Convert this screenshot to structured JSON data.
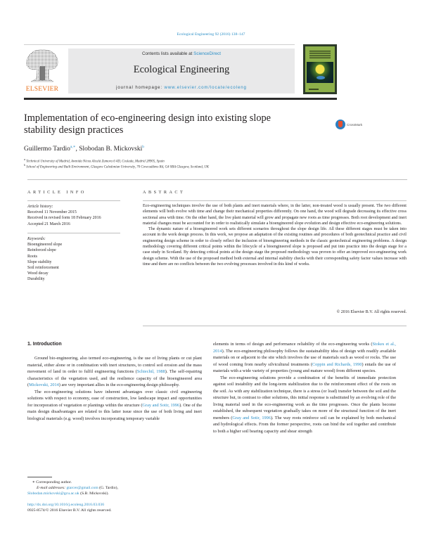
{
  "header": {
    "citation": "Ecological Engineering 92 (2016) 138–147",
    "contents_prefix": "Contents lists available at ",
    "contents_link": "ScienceDirect",
    "journal_name": "Ecological Engineering",
    "homepage_prefix": "journal homepage: ",
    "homepage_link": "www.elsevier.com/locate/ecoleng",
    "publisher_logo": "ELSEVIER",
    "crossmark_label": "CrossMark"
  },
  "article": {
    "title": "Implementation of eco-engineering design into existing slope stability design practices",
    "authors": [
      {
        "name": "Guillermo Tardio",
        "sup": "a,∗"
      },
      {
        "name": "Slobodan B. Mickovski",
        "sup": "b"
      }
    ],
    "affiliations": [
      {
        "sup": "a",
        "text": "Technical University of Madrid, Avenida Nicea Alcalá Zamora 6 4D, Coslada, Madrid 28905, Spain"
      },
      {
        "sup": "b",
        "text": "School of Engineering and Built Environment, Glasgow Caledonian University, 70 Cowcaddens Rd, G4 0BA Glasgow, Scotland, UK"
      }
    ]
  },
  "article_info": {
    "heading": "ARTICLE INFO",
    "history_label": "Article history:",
    "history": [
      "Received 11 November 2015",
      "Received in revised form 18 February 2016",
      "Accepted 21 March 2016"
    ],
    "keywords_label": "Keywords:",
    "keywords": [
      "Bioengineered slope",
      "Reinforced slope",
      "Roots",
      "Slope stability",
      "Soil reinforcement",
      "Wood decay",
      "Durability"
    ]
  },
  "abstract": {
    "heading": "ABSTRACT",
    "paragraphs": [
      "Eco-engineering techniques involve the use of both plants and inert materials where, in the latter, non-treated wood is usually present. The two different elements will both evolve with time and change their mechanical properties differently. On one hand, the wood will degrade decreasing its effective cross sectional area with time. On the other hand, the live plant material will grow and propagate new roots as time progresses. Both root development and inert material changes must be accounted for in order to realistically simulate a bioengineered slope evolution and design effective eco-engineering solutions.",
      "The dynamic nature of a bioengineered work sets different scenarios throughout the slope design life. All these different stages must be taken into account in the work design process. In this work, we propose an adaptation of the existing routines and procedures of both geotechnical practice and civil engineering design scheme in order to closely reflect the inclusion of bioengineering methods in the classic geotechnical engineering problems. A design methodology covering different critical points within the lifecycle of a bioengineered slope is proposed and put into practice into the design stage for a case study in Scotland. By detecting critical points at the design stage the proposed methodology was proven to offer an improved eco-engineering work design scheme. With the use of the proposed method both external and internal stability checks with their corresponding safety factor values increase with time and there are no conflicts between the two evolving processes involved in this kind of works."
    ],
    "copyright": "© 2016 Elsevier B.V. All rights reserved."
  },
  "intro": {
    "heading": "1. Introduction",
    "left_p1_a": "Ground bio-engineering, also termed eco-engineering, is the use of living plants or cut plant material, either alone or in combination with inert structures, to control soil erosion and the mass movement of land in order to fulfil engineering functions (",
    "left_p1_ref1": "Schiechtl, 1988",
    "left_p1_b": "). The self-repairing characteristics of the vegetation used, and the resilience capacity of the bioengineered area (",
    "left_p1_ref2": "Mickovski, 2014",
    "left_p1_c": ") are very important allies in the eco-engineering design philosophy.",
    "left_p2_a": "The eco-engineering solutions have inherent advantages over classic civil engineering solutions with respect to economy, ease of construction, low landscape impact and opportunities for incorporation of vegetation or plantings within the structure (",
    "left_p2_ref": "Gray and Sotir, 1996",
    "left_p2_b": "). One of the main design disadvantages are related to this latter issue since the use of both living and inert biological materials (e.g. wood) involves incorporating temporary variable",
    "right_p1_a": "elements in terms of design and performance reliability of the eco-engineering works (",
    "right_p1_ref1": "Stokes et al., 2014",
    "right_p1_b": "). The eco-engineering philosophy follows the sustainability idea of design with readily available materials on or adjacent to the site which involves the use of materials such as wood or rocks. The use of wood coming from nearby silvicultural treatments (",
    "right_p1_ref2": "Coppin and Richards, 1990",
    "right_p1_c": ") entails the use of materials with a wide variety of properties (young and mature wood) from different species.",
    "right_p2_a": "The eco-engineering solutions provide a combination of the benefits of immediate protection against soil instability and the long-term stabilization due to the reinforcement effect of the roots on the soil. As with any stabilization technique, there is a stress (or load) transfer between the soil and the structure but, in contrast to other solutions, this initial response is substituted by an evolving role of the living material used in the eco-engineering work as the time progresses. Once the plants become established, the subsequent vegetation gradually takes on more of the structural function of the inert members (",
    "right_p2_ref": "Gray and Sotir, 1996",
    "right_p2_b": "). The way roots reinforce soil can be explained by both mechanical and hydrological effects. From the former perspective, roots can bind the soil together and contribute to both a higher soil bearing capacity and shear strength"
  },
  "footnotes": {
    "corresponding": "∗ Corresponding author.",
    "email_label": "E-mail addresses: ",
    "email1": "gtarcer@gmail.com",
    "email1_owner": " (G. Tardio),",
    "email2": "Slobodan.mickovski@gcu.ac.uk",
    "email2_owner": " (S.B. Mickovski).",
    "doi": "http://dx.doi.org/10.1016/j.ecoleng.2016.03.036",
    "issn": "0925-8574/© 2016 Elsevier B.V. All rights reserved."
  },
  "colors": {
    "link": "#2a8ec6",
    "elsevier_orange": "#e9711c",
    "banner_bg": "#e9e9ea",
    "text": "#231f20"
  }
}
